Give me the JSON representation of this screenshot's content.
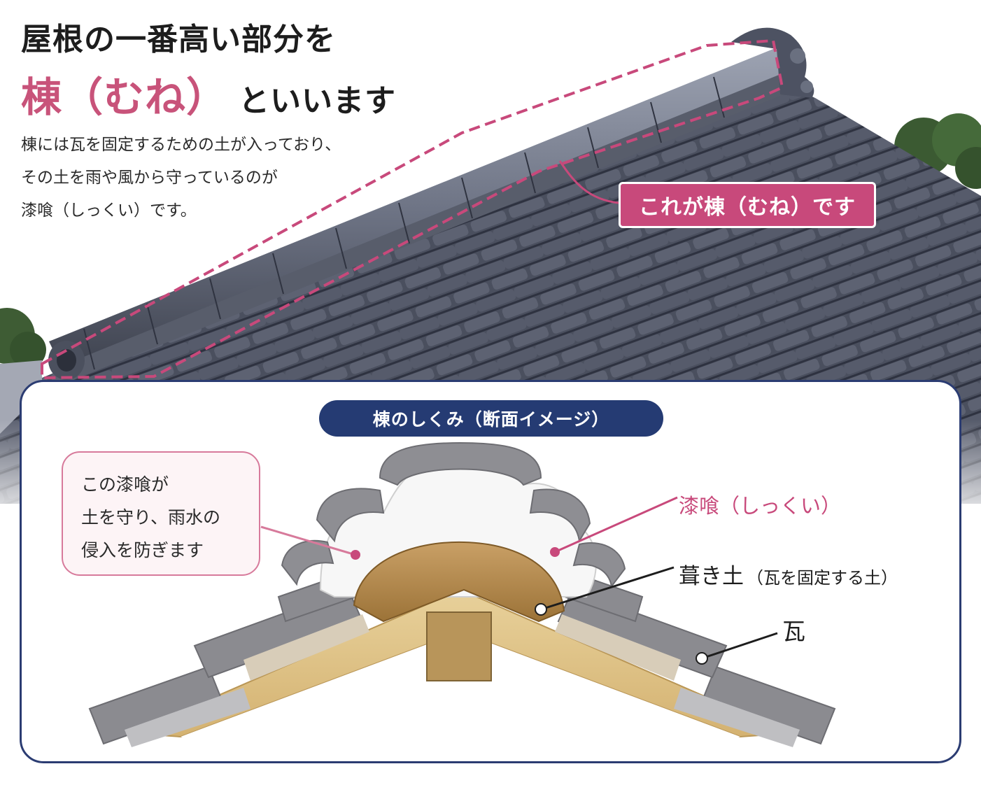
{
  "headline": {
    "line1": "屋根の一番高い部分を",
    "accent": "棟（むね）",
    "line2_rest": "といいます"
  },
  "intro_lines": [
    "棟には瓦を固定するための土が入っており、",
    "その土を雨や風から守っているのが",
    "漆喰（しっくい）です。"
  ],
  "photo_callout": "これが棟（むね）です",
  "section": {
    "title": "棟のしくみ（断面イメージ）",
    "bubble_lines": [
      "この漆喰が",
      "土を守り、雨水の",
      "侵入を防ぎます"
    ],
    "labels": {
      "shikkui": "漆喰（しっくい）",
      "fukitsuchi": "葺き土",
      "fukitsuchi_note": "（瓦を固定する土）",
      "kawara": "瓦"
    }
  },
  "colors": {
    "accent_pink": "#c8497b",
    "headline_pink": "#c8537a",
    "navy": "#253b73",
    "panel_border": "#2b3c72",
    "tile_gray": "#8a8a8e",
    "soil": "#b38a4c",
    "wood": "#e2c88c",
    "plaster": "#f7f7f7"
  }
}
